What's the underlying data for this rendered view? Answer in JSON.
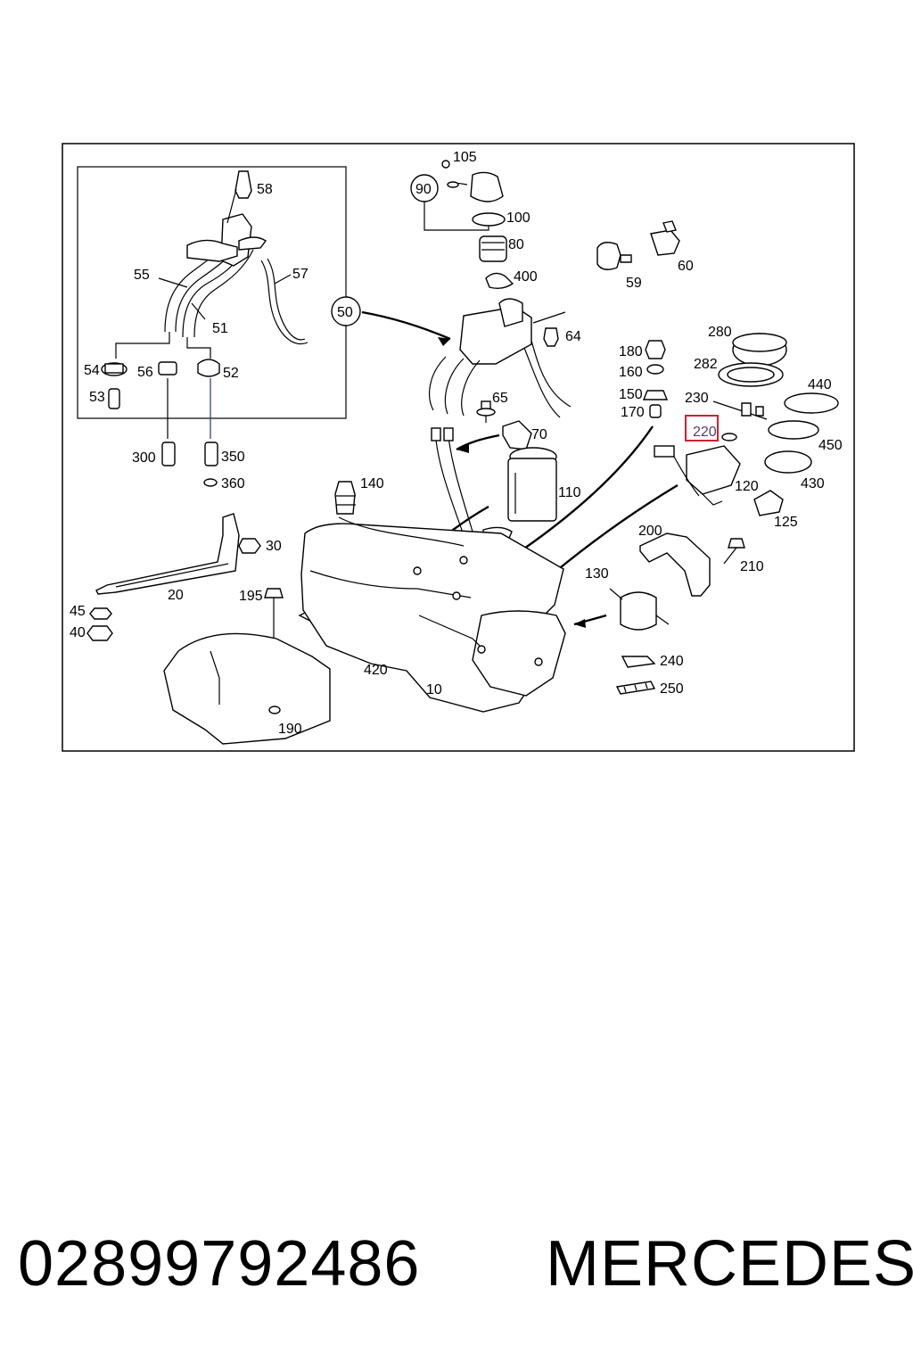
{
  "diagram": {
    "highlight_color": "#cc2233",
    "highlighted_label": "220",
    "labels": {
      "l105": "105",
      "l90": "90",
      "l100": "100",
      "l80": "80",
      "l400": "400",
      "l59": "59",
      "l60": "60",
      "l64": "64",
      "l50": "50",
      "l58": "58",
      "l55": "55",
      "l57": "57",
      "l51": "51",
      "l54": "54",
      "l56": "56",
      "l52": "52",
      "l53": "53",
      "l300": "300",
      "l350": "350",
      "l360": "360",
      "l65": "65",
      "l70": "70",
      "l110": "110",
      "l140": "140",
      "l280": "280",
      "l282": "282",
      "l440": "440",
      "l230": "230",
      "l220": "220",
      "l450": "450",
      "l120": "120",
      "l430": "430",
      "l125": "125",
      "l180": "180",
      "l160": "160",
      "l150": "150",
      "l170": "170",
      "l30": "30",
      "l20": "20",
      "l200": "200",
      "l210": "210",
      "l130": "130",
      "l195": "195",
      "l45": "45",
      "l40": "40",
      "l420": "420",
      "l240": "240",
      "l250": "250",
      "l10": "10",
      "l190": "190"
    }
  },
  "footer": {
    "part_number": "02899792486",
    "brand": "MERCEDES"
  }
}
